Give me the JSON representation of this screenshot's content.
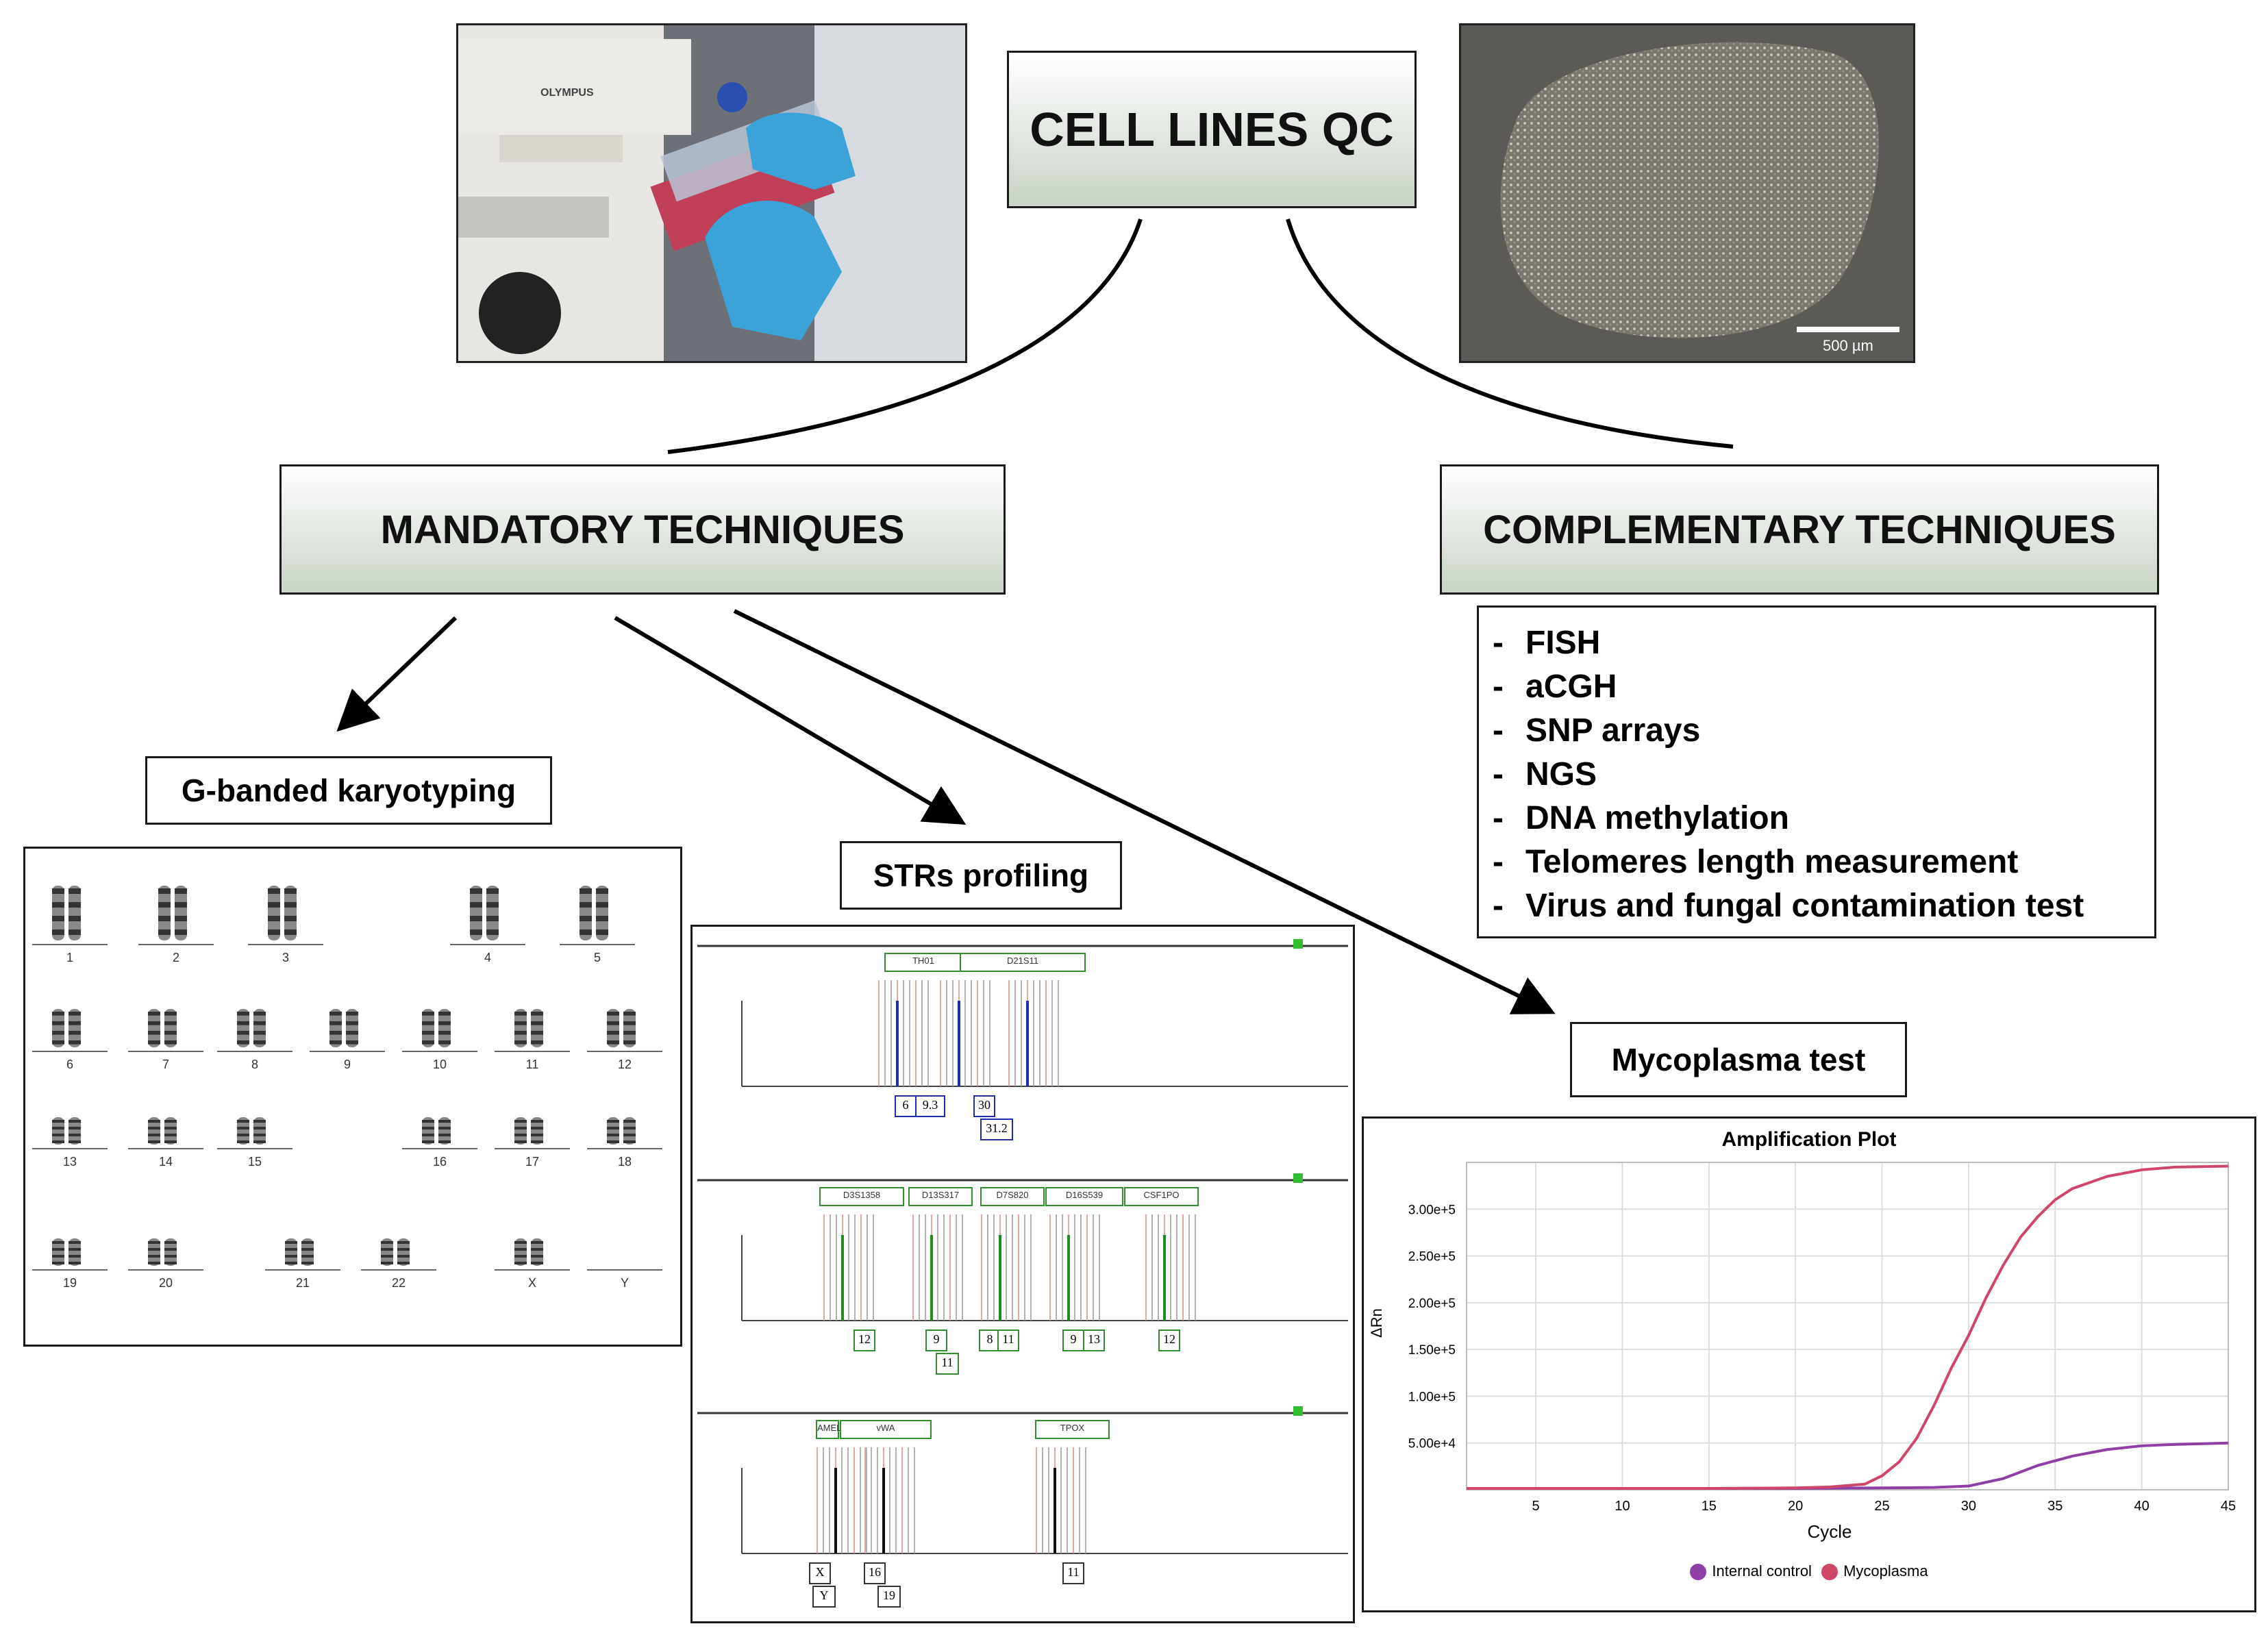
{
  "title": "CELL LINES QC",
  "mandatory": "MANDATORY TECHNIQUES",
  "complementary": "COMPLEMENTARY TECHNIQUES",
  "complementary_list": [
    "FISH",
    "aCGH",
    "SNP arrays",
    "NGS",
    "DNA methylation",
    "Telomeres length measurement",
    "Virus and fungal contamination test"
  ],
  "karyotyping_label": "G-banded karyotyping",
  "str_label": "STRs profiling",
  "mycoplasma_label": "Mycoplasma test",
  "microscope_photo": {
    "brand": "OLYMPUS"
  },
  "colony_photo": {
    "scale_bar": "500 µm"
  },
  "karyotype": {
    "rows": [
      [
        "1",
        "2",
        "3",
        "4",
        "5"
      ],
      [
        "6",
        "7",
        "8",
        "9",
        "10",
        "11",
        "12"
      ],
      [
        "13",
        "14",
        "15",
        "16",
        "17",
        "18"
      ],
      [
        "19",
        "20",
        "21",
        "22",
        "X",
        "Y"
      ]
    ]
  },
  "str_profile": {
    "panel_colors": [
      "#1f2fa8",
      "#1e8f1e",
      "#111111"
    ],
    "panels": [
      {
        "loci": [
          "TH01",
          "D21S11"
        ],
        "alleles_row1": [
          "6",
          "9.3",
          "30"
        ],
        "alleles_row2": [
          "31.2"
        ]
      },
      {
        "loci": [
          "D3S1358",
          "D13S317",
          "D7S820",
          "D16S539",
          "CSF1PO"
        ],
        "alleles_row1": [
          "12",
          "9",
          "8",
          "11",
          "9",
          "13",
          "12"
        ],
        "alleles_row2": [
          "11"
        ]
      },
      {
        "loci": [
          "AMEL",
          "vWA",
          "TPOX"
        ],
        "alleles_row1": [
          "X",
          "16",
          "11"
        ],
        "alleles_row2": [
          "Y",
          "19"
        ]
      }
    ]
  },
  "chart_data": {
    "type": "line",
    "title": "Amplification Plot",
    "xlabel": "Cycle",
    "ylabel": "ΔRn",
    "xlim": [
      1,
      45
    ],
    "ylim": [
      0,
      350000
    ],
    "xticks": [
      "5",
      "10",
      "15",
      "20",
      "25",
      "30",
      "35",
      "40",
      "45"
    ],
    "yticks": [
      "5.00e+4",
      "1.00e+5",
      "1.50e+5",
      "2.00e+5",
      "2.50e+5",
      "3.00e+5"
    ],
    "grid": true,
    "legend_position": "bottom",
    "series": [
      {
        "name": "Internal control",
        "color": "#8e3fa5",
        "x": [
          1,
          5,
          10,
          15,
          20,
          25,
          28,
          30,
          32,
          34,
          36,
          38,
          40,
          42,
          45
        ],
        "y": [
          1500,
          1500,
          1500,
          1500,
          1500,
          2000,
          2500,
          4000,
          12000,
          26000,
          36000,
          43000,
          47000,
          48500,
          50000
        ]
      },
      {
        "name": "Mycoplasma",
        "color": "#d0466a",
        "x": [
          1,
          5,
          10,
          15,
          20,
          22,
          24,
          25,
          26,
          27,
          28,
          29,
          30,
          31,
          32,
          33,
          34,
          35,
          36,
          38,
          40,
          42,
          45
        ],
        "y": [
          1500,
          1500,
          1500,
          1500,
          2000,
          3000,
          6000,
          15000,
          30000,
          55000,
          90000,
          130000,
          165000,
          205000,
          240000,
          270000,
          292000,
          310000,
          322000,
          335000,
          342000,
          345000,
          346000
        ]
      }
    ]
  }
}
